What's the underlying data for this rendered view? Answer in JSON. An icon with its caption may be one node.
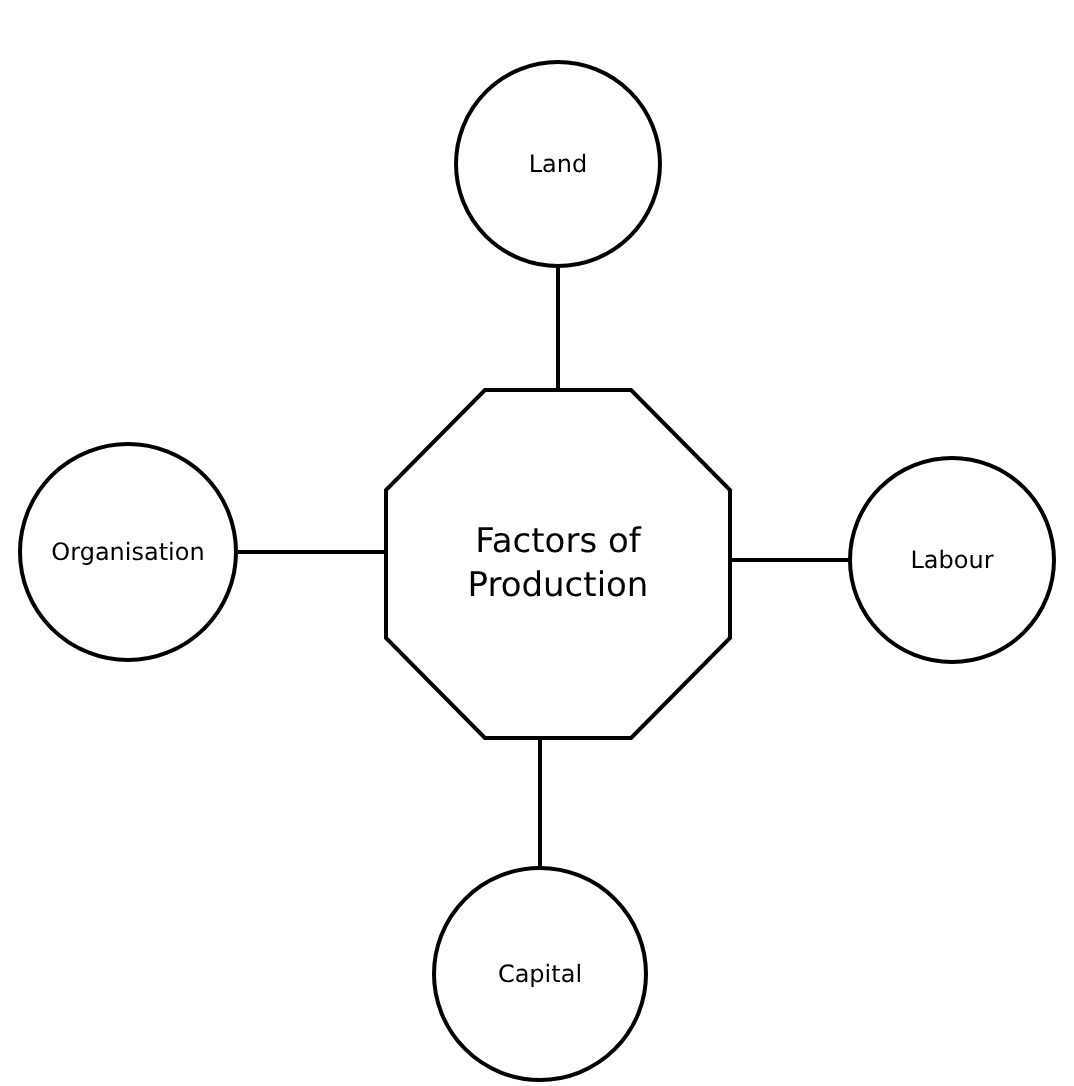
{
  "diagram": {
    "nodes": [
      {
        "text": [
          "Land"
        ]
      },
      {
        "text": [
          "Organisation"
        ]
      },
      {
        "text": [
          "Factors of Production"
        ]
      },
      {
        "text": [
          "Labour"
        ]
      },
      {
        "text": [
          "Capital"
        ]
      }
    ],
    "edges": [
      {
        "from": 2,
        "to": 0,
        "arrow": "none"
      },
      {
        "from": 2,
        "to": 1,
        "arrow": "none"
      },
      {
        "from": 2,
        "to": 3,
        "arrow": "none"
      },
      {
        "from": 2,
        "to": 4,
        "arrow": "none"
      }
    ]
  }
}
